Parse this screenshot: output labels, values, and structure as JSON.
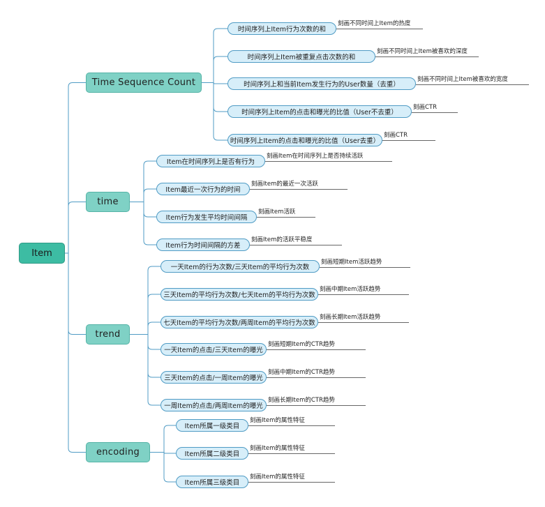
{
  "root": {
    "label": "Item"
  },
  "branches": [
    {
      "label": "Time Sequence Count",
      "children": [
        {
          "label": "时间序列上Item行为次数的和",
          "note": "刻画不同时间上Item的热度"
        },
        {
          "label": "时间序列上Item被重复点击次数的和",
          "note": "刻画不同时间上Item被喜欢的深度"
        },
        {
          "label": "时间序列上和当前Item发生行为的User数量（去重）",
          "note": "刻画不同时间上Item被喜欢的宽度"
        },
        {
          "label": "时间序列上Item的点击和曝光的比值（User不去重）",
          "note": "刻画CTR"
        },
        {
          "label": "时间序列上Item的点击和曝光的比值（User去重）",
          "note": "刻画CTR"
        }
      ]
    },
    {
      "label": "time",
      "children": [
        {
          "label": "Item在时间序列上是否有行为",
          "note": "刻画Item在时间序列上是否持续活跃"
        },
        {
          "label": "Item最近一次行为的时间",
          "note": "刻画Item的最近一次活跃"
        },
        {
          "label": "Item行为发生平均时间间隔",
          "note": "刻画Item活跃"
        },
        {
          "label": "Item行为时间间隔的方差",
          "note": "刻画Item的活跃平稳度"
        }
      ]
    },
    {
      "label": "trend",
      "children": [
        {
          "label": "一天Item的行为次数/三天Item的平均行为次数",
          "note": "刻画短期Item活跃趋势"
        },
        {
          "label": "三天Item的平均行为次数/七天Item的平均行为次数",
          "note": "刻画中期Item活跃趋势"
        },
        {
          "label": "七天Item的平均行为次数/两周Item的平均行为次数",
          "note": "刻画长期Item活跃趋势"
        },
        {
          "label": "一天Item的点击/三天Item的曝光",
          "note": "刻画短期Item的CTR趋势"
        },
        {
          "label": "三天Item的点击/一周Item的曝光",
          "note": "刻画中期Item的CTR趋势"
        },
        {
          "label": "一周Item的点击/两周Item的曝光",
          "note": "刻画长期Item的CTR趋势"
        }
      ]
    },
    {
      "label": "encoding",
      "children": [
        {
          "label": "Item所属一级类目",
          "note": "刻画Item的属性特征"
        },
        {
          "label": "Item所属二级类目",
          "note": "刻画Item的属性特征"
        },
        {
          "label": "Item所属三级类目",
          "note": "刻画Item的属性特征"
        }
      ]
    }
  ],
  "colors": {
    "root_fill": "#3dbca3",
    "branch_fill": "#7fd1c5",
    "leaf_fill": "#d7eef9",
    "leaf_border": "#4f9bc4",
    "connector": "#4f9bc4"
  }
}
